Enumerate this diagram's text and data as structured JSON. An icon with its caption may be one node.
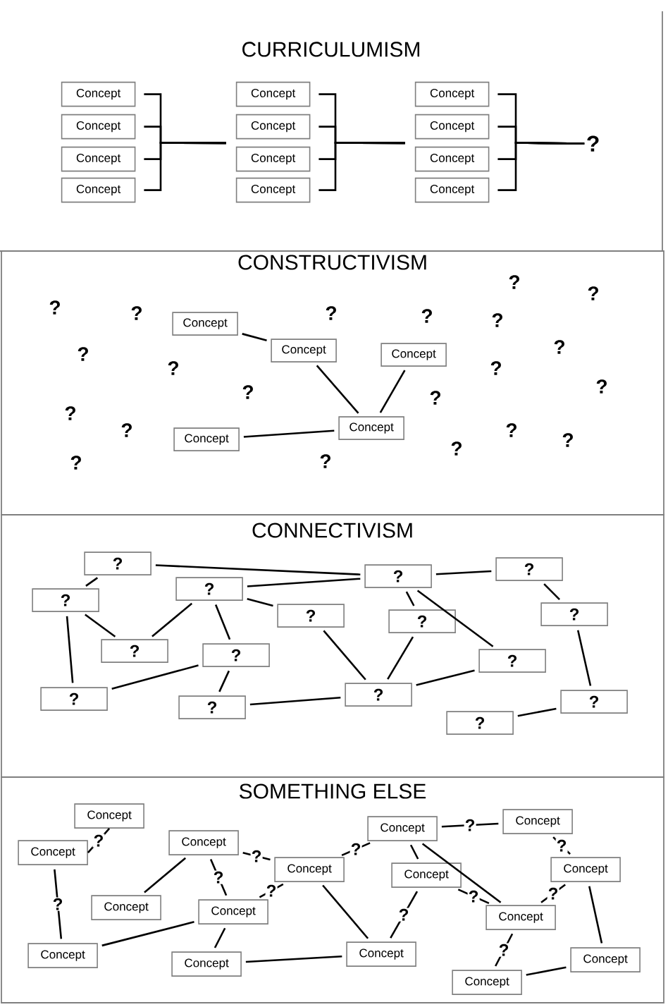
{
  "diagram": {
    "nodes": [
      {
        "text": [
          "CURRICULUMISM"
        ]
      },
      {
        "text": [
          "Concept"
        ],
        "in": 0
      },
      {
        "text": [
          "Concept"
        ],
        "in": 0
      },
      {
        "text": [
          "Concept"
        ],
        "in": 0
      },
      {
        "text": [
          "Concept"
        ],
        "in": 0
      },
      {
        "text": [
          "Concept"
        ],
        "in": 0
      },
      {
        "text": [
          "Concept"
        ],
        "in": 0
      },
      {
        "text": [
          "Concept"
        ],
        "in": 0
      },
      {
        "text": [
          "Concept"
        ],
        "in": 0
      },
      {
        "text": [
          "Concept"
        ],
        "in": 0
      },
      {
        "text": [
          "Concept"
        ],
        "in": 0
      },
      {
        "text": [
          "Concept"
        ],
        "in": 0
      },
      {
        "text": [
          "Concept"
        ],
        "in": 0
      },
      {
        "text": [
          "?"
        ],
        "in": 0
      },
      {
        "text": [
          "CONSTRUCTIVISM"
        ]
      },
      {
        "text": [
          "Concept"
        ],
        "in": 14
      },
      {
        "text": [
          "Concept"
        ],
        "in": 14
      },
      {
        "text": [
          "Concept"
        ],
        "in": 14
      },
      {
        "text": [
          "Concept"
        ],
        "in": 14
      },
      {
        "text": [
          "Concept"
        ],
        "in": 14
      },
      {
        "text": [
          "CONNECTIVISM"
        ]
      },
      {
        "text": [
          "?"
        ],
        "in": 20
      },
      {
        "text": [
          "?"
        ],
        "in": 20
      },
      {
        "text": [
          "?"
        ],
        "in": 20
      },
      {
        "text": [
          "?"
        ],
        "in": 20
      },
      {
        "text": [
          "?"
        ],
        "in": 20
      },
      {
        "text": [
          "?"
        ],
        "in": 20
      },
      {
        "text": [
          "?"
        ],
        "in": 20
      },
      {
        "text": [
          "?"
        ],
        "in": 20
      },
      {
        "text": [
          "?"
        ],
        "in": 20
      },
      {
        "text": [
          "?"
        ],
        "in": 20
      },
      {
        "text": [
          "?"
        ],
        "in": 20
      },
      {
        "text": [
          "?"
        ],
        "in": 20
      },
      {
        "text": [
          "?"
        ],
        "in": 20
      },
      {
        "text": [
          "?"
        ],
        "in": 20
      },
      {
        "text": [
          "?"
        ],
        "in": 20
      },
      {
        "text": [
          "?"
        ],
        "in": 20
      },
      {
        "text": [
          "SOMETHING ELSE"
        ]
      },
      {
        "text": [
          "Concept"
        ],
        "in": 37
      },
      {
        "text": [
          "Concept"
        ],
        "in": 37
      },
      {
        "text": [
          "Concept"
        ],
        "in": 37
      },
      {
        "text": [
          "Concept"
        ],
        "in": 37
      },
      {
        "text": [
          "Concept"
        ],
        "in": 37
      },
      {
        "text": [
          "Concept"
        ],
        "in": 37
      },
      {
        "text": [
          "Concept"
        ],
        "in": 37
      },
      {
        "text": [
          "Concept"
        ],
        "in": 37
      },
      {
        "text": [
          "Concept"
        ],
        "in": 37
      },
      {
        "text": [
          "Concept"
        ],
        "in": 37
      },
      {
        "text": [
          "Concept"
        ],
        "in": 37
      },
      {
        "text": [
          "Concept"
        ],
        "in": 37
      },
      {
        "text": [
          "Concept"
        ],
        "in": 37
      },
      {
        "text": [
          "Concept"
        ],
        "in": 37
      },
      {
        "text": [
          "Concept"
        ],
        "in": 37
      },
      {
        "text": [
          "Concept"
        ],
        "in": 37
      }
    ],
    "edges": [
      {
        "from": 1,
        "to": 6,
        "arrow": "none"
      },
      {
        "from": 2,
        "to": 6,
        "arrow": "none"
      },
      {
        "from": 3,
        "to": 6,
        "arrow": "none"
      },
      {
        "from": 4,
        "to": 6,
        "arrow": "none"
      },
      {
        "from": 5,
        "to": 10,
        "arrow": "none"
      },
      {
        "from": 6,
        "to": 10,
        "arrow": "none"
      },
      {
        "from": 7,
        "to": 10,
        "arrow": "none"
      },
      {
        "from": 8,
        "to": 10,
        "arrow": "none"
      },
      {
        "from": 9,
        "to": 13,
        "arrow": "none"
      },
      {
        "from": 10,
        "to": 13,
        "arrow": "none"
      },
      {
        "from": 11,
        "to": 13,
        "arrow": "none"
      },
      {
        "from": 12,
        "to": 13,
        "arrow": "none"
      },
      {
        "from": 15,
        "to": 16,
        "arrow": "none"
      },
      {
        "from": 16,
        "to": 18,
        "arrow": "none"
      },
      {
        "from": 17,
        "to": 18,
        "arrow": "none"
      },
      {
        "from": 19,
        "to": 18,
        "arrow": "none"
      },
      {
        "from": 21,
        "to": 22,
        "arrow": "none"
      },
      {
        "from": 21,
        "to": 24,
        "arrow": "none"
      },
      {
        "from": 22,
        "to": 23,
        "arrow": "none"
      },
      {
        "from": 25,
        "to": 22,
        "arrow": "none"
      },
      {
        "from": 24,
        "to": 29,
        "arrow": "none"
      },
      {
        "from": 24,
        "to": 32,
        "arrow": "none"
      },
      {
        "from": 25,
        "to": 29,
        "arrow": "none"
      },
      {
        "from": 25,
        "to": 26,
        "arrow": "none"
      },
      {
        "from": 25,
        "to": 30,
        "arrow": "none"
      },
      {
        "from": 22,
        "to": 27,
        "arrow": "none"
      },
      {
        "from": 22,
        "to": 31,
        "arrow": "none"
      },
      {
        "from": 23,
        "to": 28,
        "arrow": "none"
      },
      {
        "from": 26,
        "to": 34,
        "arrow": "none"
      },
      {
        "from": 27,
        "to": 34,
        "arrow": "none"
      },
      {
        "from": 30,
        "to": 32,
        "arrow": "none"
      },
      {
        "from": 30,
        "to": 33,
        "arrow": "none"
      },
      {
        "from": 33,
        "to": 34,
        "arrow": "none"
      },
      {
        "from": 34,
        "to": 31,
        "arrow": "none"
      },
      {
        "from": 28,
        "to": 35,
        "arrow": "none"
      },
      {
        "from": 36,
        "to": 35,
        "arrow": "none"
      },
      {
        "from": 38,
        "to": 39,
        "arrow": "none",
        "label": "?"
      },
      {
        "from": 39,
        "to": 49,
        "arrow": "none",
        "label": "?"
      },
      {
        "from": 40,
        "to": 46,
        "arrow": "none"
      },
      {
        "from": 40,
        "to": 41,
        "arrow": "none",
        "label": "?"
      },
      {
        "from": 40,
        "to": 47,
        "arrow": "none",
        "label": "?"
      },
      {
        "from": 41,
        "to": 42,
        "arrow": "none",
        "label": "?"
      },
      {
        "from": 41,
        "to": 47,
        "arrow": "none",
        "label": "?"
      },
      {
        "from": 41,
        "to": 51,
        "arrow": "none"
      },
      {
        "from": 47,
        "to": 49,
        "arrow": "none"
      },
      {
        "from": 47,
        "to": 50,
        "arrow": "none"
      },
      {
        "from": 50,
        "to": 51,
        "arrow": "none"
      },
      {
        "from": 42,
        "to": 43,
        "arrow": "none",
        "label": "?"
      },
      {
        "from": 42,
        "to": 44,
        "arrow": "none"
      },
      {
        "from": 42,
        "to": 48,
        "arrow": "none"
      },
      {
        "from": 43,
        "to": 45,
        "arrow": "none",
        "label": "?"
      },
      {
        "from": 44,
        "to": 51,
        "arrow": "none",
        "label": "?"
      },
      {
        "from": 44,
        "to": 48,
        "arrow": "none",
        "label": "?"
      },
      {
        "from": 48,
        "to": 45,
        "arrow": "none",
        "label": "?"
      },
      {
        "from": 48,
        "to": 53,
        "arrow": "none",
        "label": "?"
      },
      {
        "from": 45,
        "to": 52,
        "arrow": "none"
      },
      {
        "from": 53,
        "to": 52,
        "arrow": "none"
      }
    ],
    "labels": [
      "?",
      "?",
      "?",
      "?",
      "?",
      "?",
      "?",
      "?",
      "?",
      "?",
      "?",
      "?",
      "?",
      "?",
      "?",
      "?",
      "?",
      "?",
      "?",
      "?",
      "?"
    ]
  }
}
